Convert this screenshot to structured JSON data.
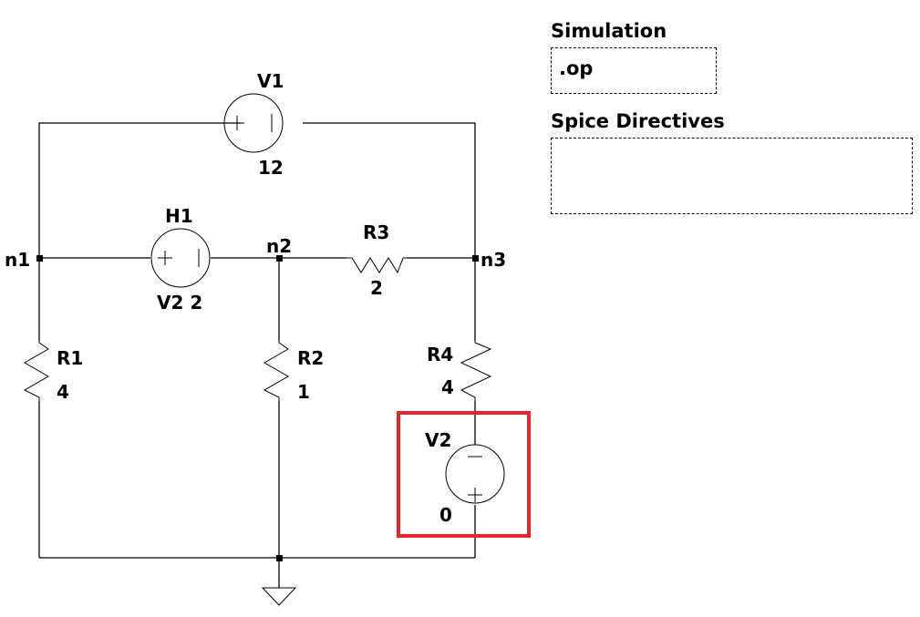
{
  "simulation": {
    "title": "Simulation",
    "command": ".op"
  },
  "spice_directives": {
    "title": "Spice Directives",
    "content": ""
  },
  "components": {
    "V1": {
      "name": "V1",
      "value": "12"
    },
    "H1": {
      "name": "H1",
      "value": "V2 2"
    },
    "R3": {
      "name": "R3",
      "value": "2"
    },
    "R1": {
      "name": "R1",
      "value": "4"
    },
    "R2": {
      "name": "R2",
      "value": "1"
    },
    "R4": {
      "name": "R4",
      "value": "4"
    },
    "V2": {
      "name": "V2",
      "value": "0"
    }
  },
  "nodes": {
    "n1": "n1",
    "n2": "n2",
    "n3": "n3"
  },
  "highlight": {
    "target": "V2",
    "color": "#e8232a"
  }
}
